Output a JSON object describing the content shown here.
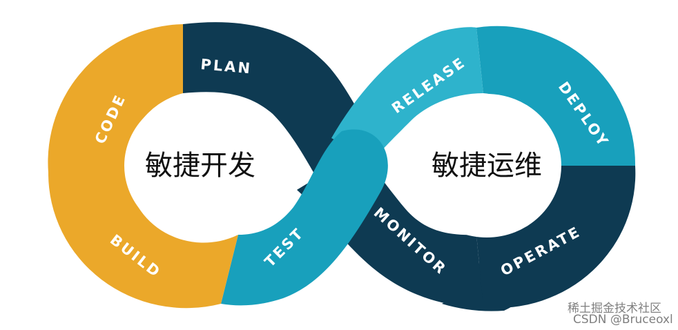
{
  "left_loop_label": "敏捷开发",
  "right_loop_label": "敏捷运维",
  "segments": {
    "code": "CODE",
    "plan": "PLAN",
    "build": "BUILD",
    "test": "TEST",
    "release": "RELEASE",
    "deploy": "DEPLOY",
    "monitor": "MONITOR",
    "operate": "OPERATE"
  },
  "watermark": {
    "line1": "稀土掘金技术社区",
    "line2": "CSDN @Bruceoxl"
  },
  "colors": {
    "yellow": "#EBA82A",
    "dark_navy": "#0E3A52",
    "teal": "#18A0BC",
    "light_teal": "#2EB3CC"
  }
}
